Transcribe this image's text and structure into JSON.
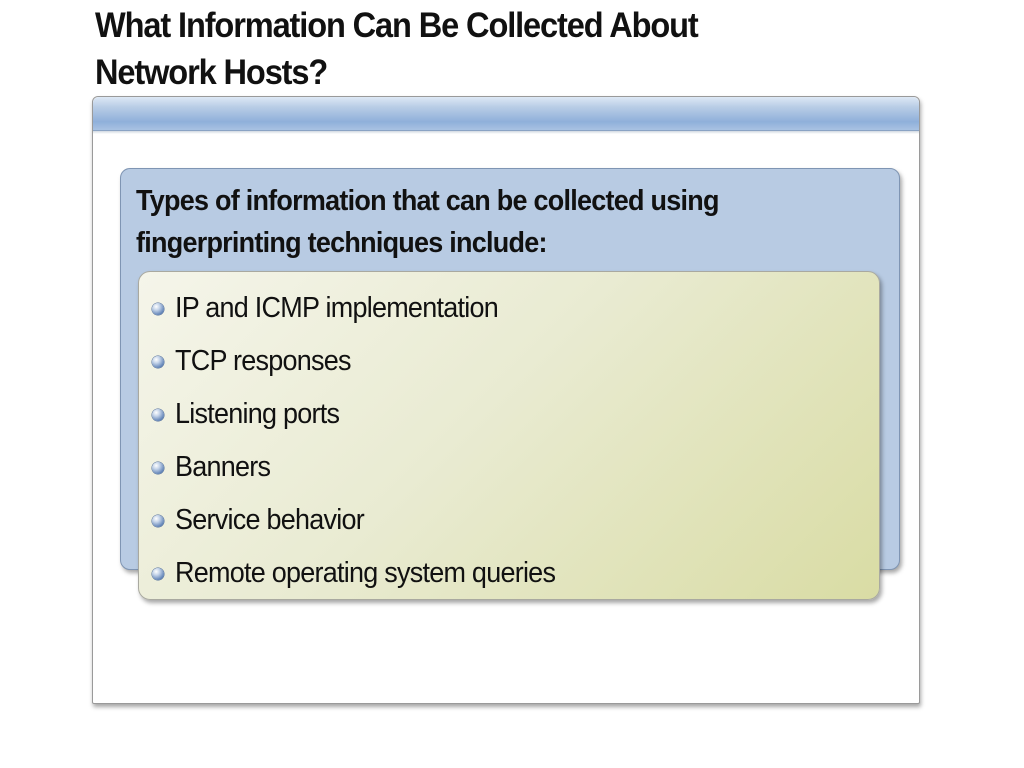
{
  "slide": {
    "title_lines": [
      "What Information Can Be Collected About",
      "Network Hosts?"
    ]
  },
  "panel": {
    "heading_lines": [
      "Types of information that can be collected using",
      "fingerprinting techniques include:"
    ],
    "bullets": [
      "IP and ICMP implementation",
      "TCP responses",
      "Listening ports",
      "Banners",
      "Service behavior",
      "Remote operating system queries"
    ],
    "bullet_icon": "blue-sphere-bullet-icon"
  },
  "colors": {
    "header_bar": "#a9c2e2",
    "outer_box": "#b8cbe3",
    "inner_box_light": "#f5f5ea",
    "inner_box_dark": "#d9dca4",
    "bullet": "#5c7fb4",
    "text": "#111111"
  }
}
